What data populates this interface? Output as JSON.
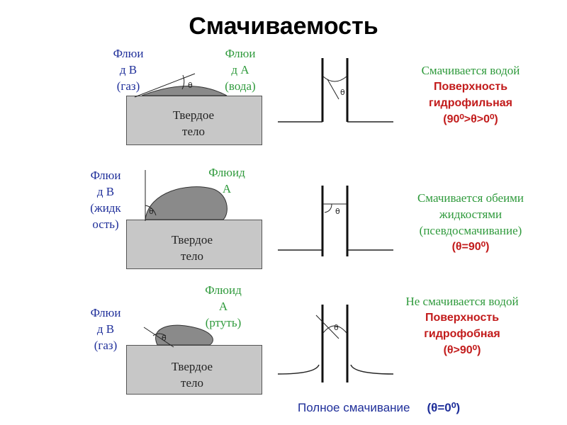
{
  "title": "Смачиваемость",
  "rows": [
    {
      "left_label": "Флюи\nд В\n(газ)",
      "right_label": "Флюи\nд А\n(вода)",
      "solid_label": "Твердое\nтело",
      "angle_label": "θ",
      "tube_angle_label": "θ",
      "desc_green": "Смачивается водой",
      "desc_red": "Поверхность\nгидрофильная",
      "condition": "(90⁰>θ>0⁰)"
    },
    {
      "left_label": "Флюи\nд В\n(жидк\nость)",
      "right_label": "Флюид\nА",
      "solid_label": "Твердое\nтело",
      "angle_label": "θ",
      "tube_angle_label": "θ",
      "desc_green": "Смачивается обеими\nжидкостями\n(псевдосмачивание)",
      "desc_red": "",
      "condition": "(θ=90⁰)"
    },
    {
      "left_label": "Флюи\nд В\n(газ)",
      "right_label": "Флюид\nА\n(ртуть)",
      "solid_label": "Твердое\nтело",
      "angle_label": "θ",
      "tube_angle_label": "θ",
      "desc_green": "Не смачивается водой",
      "desc_red": "Поверхность\nгидрофобная",
      "condition": "(θ>90⁰)"
    }
  ],
  "footer": {
    "label": "Полное смачивание",
    "condition": "(θ=0⁰)"
  },
  "colors": {
    "label_blue": "#1f2f9a",
    "label_green": "#2f9a3c",
    "emphasis_red": "#c21b1b",
    "solid_fill": "#c7c7c7",
    "drop_fill": "#8a8a8a"
  }
}
